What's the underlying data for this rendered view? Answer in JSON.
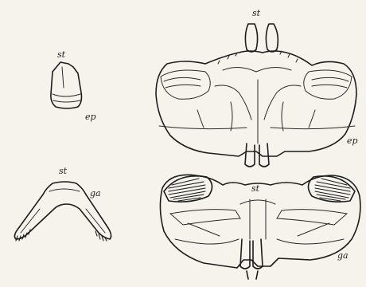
{
  "figure": {
    "labels": {
      "st_small_top": "st",
      "ep_small": "ep",
      "st_small_bottom": "st",
      "ga_small": "ga",
      "st_large_top": "st",
      "ep_large": "ep",
      "st_large_bottom": "st",
      "ga_large": "ga"
    },
    "colors": {
      "ink": "#1c1c1c",
      "paper": "#f6f3ec"
    }
  }
}
